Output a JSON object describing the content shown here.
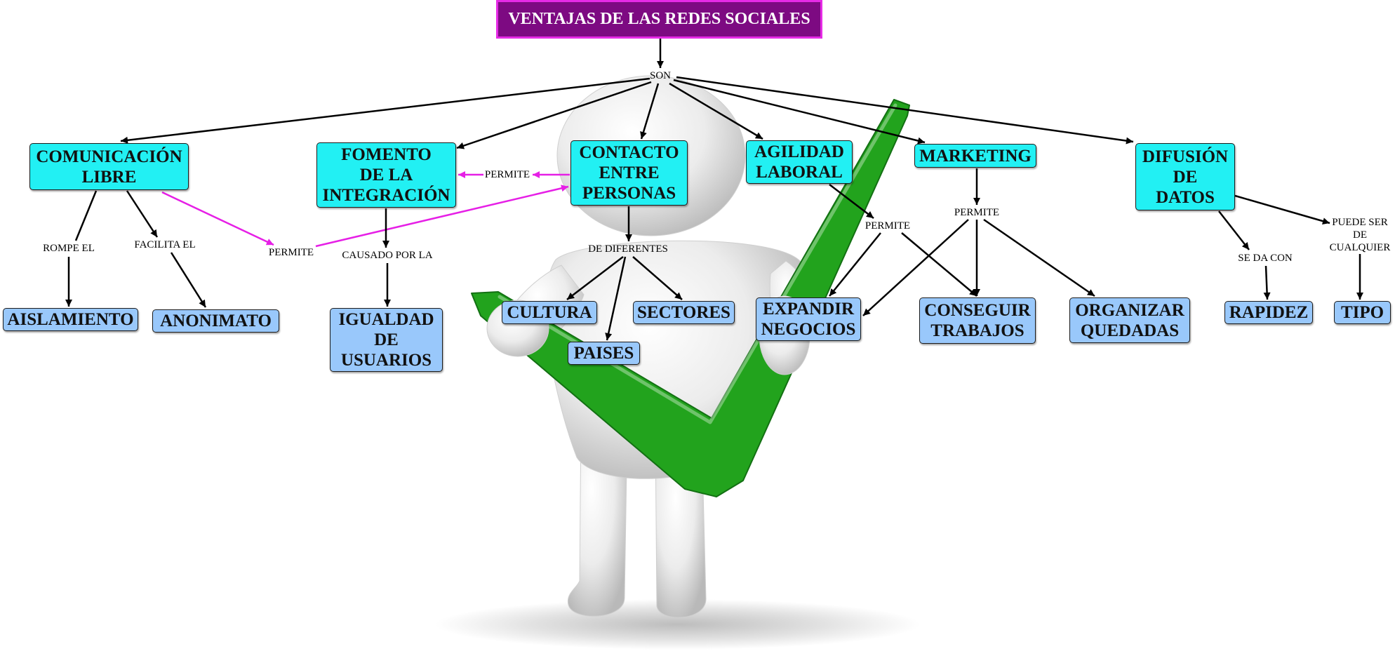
{
  "title": "VENTAJAS DE LAS REDES SOCIALES",
  "colors": {
    "concept_bg": "#22f0f3",
    "subconcept_bg": "#99c8fb",
    "title_bg": "#7d0a82",
    "title_border": "#e62be6",
    "link_line": "#000000",
    "highlight_link": "#e61fe6",
    "checkmark": "#22a31d"
  },
  "linking_phrases": {
    "son": "SON",
    "rompe_el": "ROMPE EL",
    "facilita_el": "FACILITA EL",
    "permite_comunicacion": "PERMITE",
    "permite_contacto": "PERMITE",
    "causado_por_la": "CAUSADO POR LA",
    "de_diferentes": "DE DIFERENTES",
    "permite_agilidad": "PERMITE",
    "permite_marketing": "PERMITE",
    "se_da_con": "SE DA CON",
    "puede_ser_de_cualquier": "PUEDE SER\nDE\nCUALQUIER"
  },
  "concepts": {
    "comunicacion_libre": "COMUNICACIÓN\nLIBRE",
    "fomento_integracion": "FOMENTO\nDE LA\nINTEGRACIÓN",
    "contacto_personas": "CONTACTO\nENTRE\nPERSONAS",
    "agilidad_laboral": "AGILIDAD\nLABORAL",
    "marketing": "MARKETING",
    "difusion_datos": "DIFUSIÓN\nDE\nDATOS"
  },
  "sub_concepts": {
    "aislamiento": "AISLAMIENTO",
    "anonimato": "ANONIMATO",
    "igualdad_usuarios": "IGUALDAD\nDE\nUSUARIOS",
    "cultura": "CULTURA",
    "sectores": "SECTORES",
    "paises": "PAISES",
    "expandir_negocios": "EXPANDIR\nNEGOCIOS",
    "conseguir_trabajos": "CONSEGUIR\nTRABAJOS",
    "organizar_quedadas": "ORGANIZAR\nQUEDADAS",
    "rapidez": "RAPIDEZ",
    "tipo": "TIPO"
  },
  "illustration": {
    "icon": "figure-holding-checkmark-icon"
  }
}
